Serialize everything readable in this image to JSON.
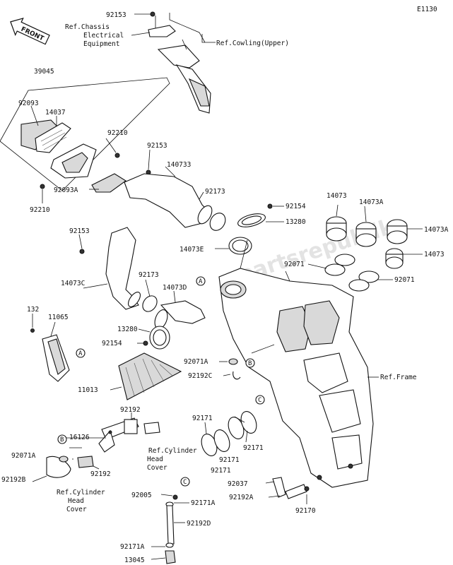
{
  "diagram_id": "E1130",
  "watermark": "partsrepublik",
  "front_arrow_label": "FRONT",
  "callouts": {
    "A": "A",
    "B": "B",
    "C": "C"
  },
  "labels": {
    "p92153_top": "92153",
    "ref_chassis": "Ref.Chassis",
    "ref_electrical": "Electrical",
    "ref_equipment": "Equipment",
    "ref_cowling": "Ref.Cowling(Upper)",
    "p39045": "39045",
    "p92093": "92093",
    "p14037": "14037",
    "p92210_a": "92210",
    "p92153_mid": "92153",
    "p140733": "140733",
    "p92093A": "92093A",
    "p92173_a": "92173",
    "p92210_b": "92210",
    "p92153_left": "92153",
    "p92154_a": "92154",
    "p13280_a": "13280",
    "p14073E": "14073E",
    "p14073_a": "14073",
    "p14073A_a": "14073A",
    "p14073A_b": "14073A",
    "p14073_b": "14073",
    "p92071_a": "92071",
    "p92071_b": "92071",
    "p14073C": "14073C",
    "p92173_b": "92173",
    "p14073D": "14073D",
    "p132": "132",
    "p11065": "11065",
    "p13280_b": "13280",
    "p92154_b": "92154",
    "p92071A_a": "92071A",
    "p92192C": "92192C",
    "ref_frame": "Ref.Frame",
    "p11013": "11013",
    "p92171_a": "92171",
    "p92171_b": "92171",
    "p92171_c": "92171",
    "p92171_d": "92171",
    "p92192_a": "92192",
    "p16126": "16126",
    "p92071A_b": "92071A",
    "p92192_b": "92192",
    "p92192B": "92192B",
    "ref_cyl_head_1": "Ref.Cylinder",
    "ref_head_1": "Head",
    "ref_cover_1": "Cover",
    "ref_cyl_head_2": "Ref.Cylinder",
    "ref_head_2": "Head",
    "ref_cover_2": "Cover",
    "p92037": "92037",
    "p92192A": "92192A",
    "p92170": "92170",
    "p92005": "92005",
    "p92171A_a": "92171A",
    "p92192D": "92192D",
    "p92171A_b": "92171A",
    "p13045": "13045"
  }
}
